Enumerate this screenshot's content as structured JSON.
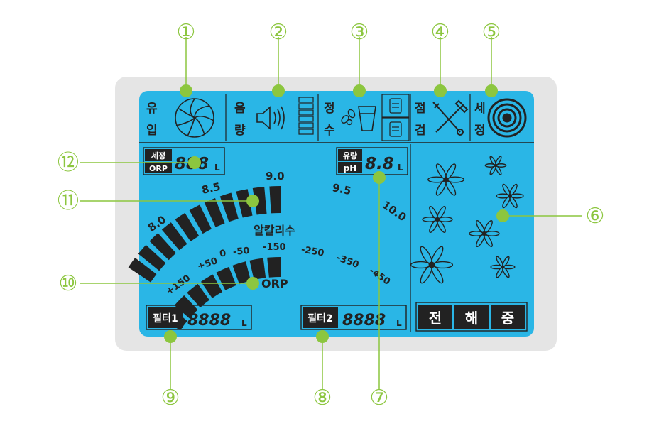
{
  "callouts": [
    "①",
    "②",
    "③",
    "④",
    "⑤",
    "⑥",
    "⑦",
    "⑧",
    "⑨",
    "⑩",
    "⑪",
    "⑫"
  ],
  "top_labels": {
    "inflow": [
      "유",
      "입"
    ],
    "volume": [
      "음",
      "량"
    ],
    "purify": [
      "정",
      "수"
    ],
    "inspect": [
      "점",
      "검"
    ],
    "clean": [
      "세",
      "정"
    ]
  },
  "clean_orp_box": {
    "label_top": "세정",
    "label_bottom": "ORP",
    "digits": "888",
    "unit": "L"
  },
  "flow_ph_box": {
    "label_top": "유량",
    "label_bottom": "pH",
    "digits": "8.8",
    "unit": "L"
  },
  "ph_scale": [
    "8.0",
    "8.5",
    "9.0",
    "9.5",
    "10.0"
  ],
  "alkaline_label": "알칼리수",
  "orp_scale": [
    "+150",
    "+50",
    "0",
    "-50",
    "-150",
    "-250",
    "-350",
    "-450"
  ],
  "orp_label": "ORP",
  "filter1": {
    "label": "필터1",
    "digits": "8888",
    "unit": "L"
  },
  "filter2": {
    "label": "필터2",
    "digits": "8888",
    "unit": "L"
  },
  "electrolysis": [
    "전",
    "해",
    "중"
  ],
  "colors": {
    "lcd": "#2ab6e6",
    "frame": "#e5e5e5",
    "ink": "#222222",
    "callout": "#8cc63f",
    "callout_dot": "#8cc63f"
  }
}
